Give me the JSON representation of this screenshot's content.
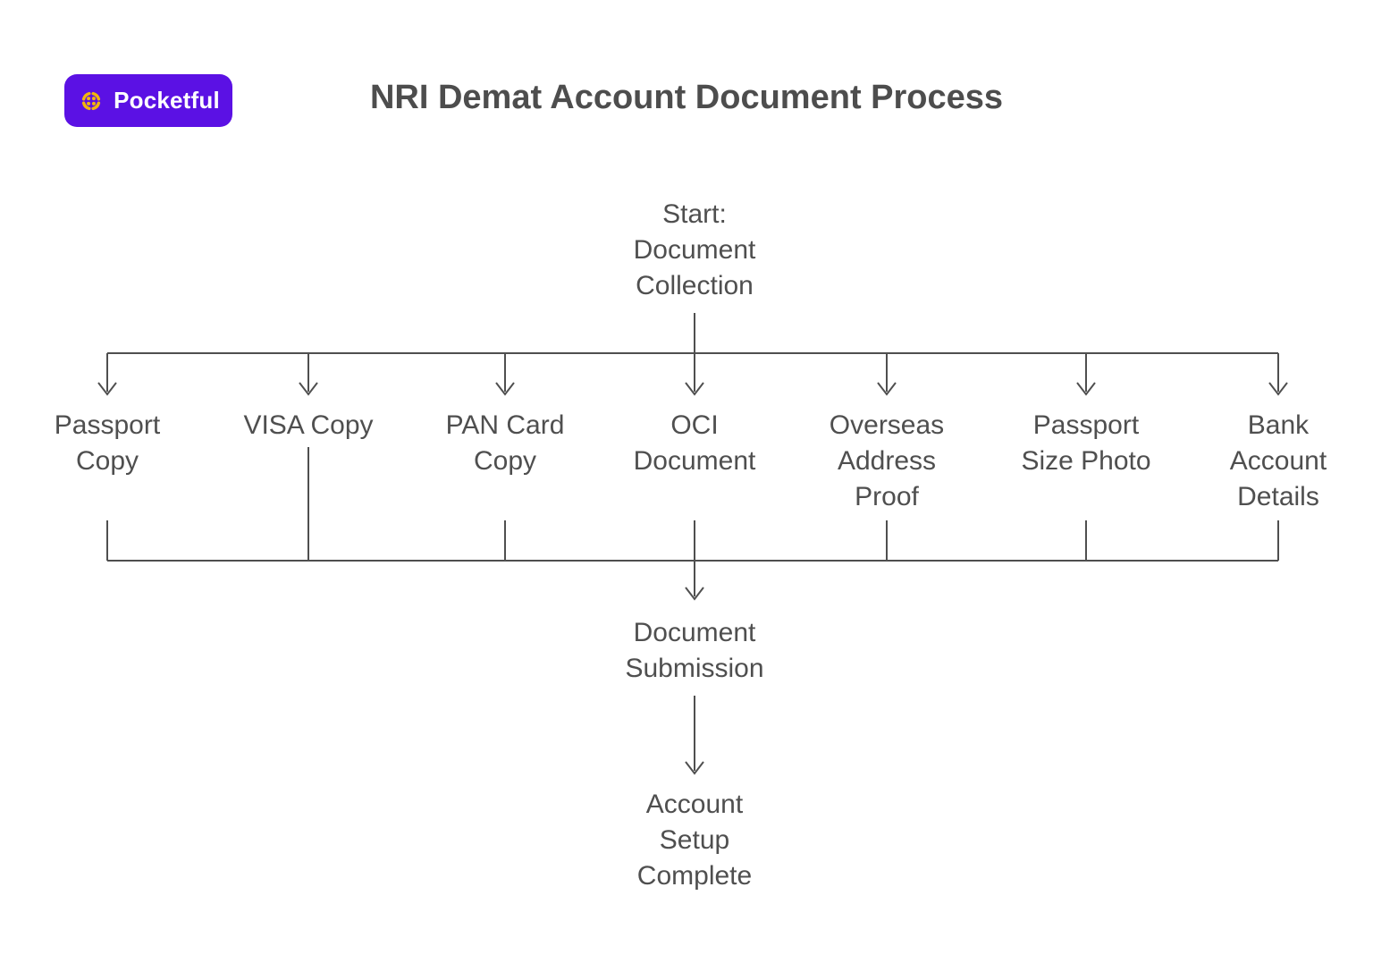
{
  "brand": {
    "name": "Pocketful",
    "background_color": "#5B11E4",
    "icon": "starburst-icon",
    "icon_color": "#F2B50D",
    "text_color": "#FFFFFF"
  },
  "header": {
    "title": "NRI Demat Account Document Process",
    "title_color": "#4d4d4d"
  },
  "flowchart": {
    "line_color": "#4f4f4f",
    "text_color": "#4f4f4f",
    "start": {
      "label": "Start:\nDocument\nCollection"
    },
    "documents": [
      {
        "label": "Passport\nCopy"
      },
      {
        "label": "VISA Copy"
      },
      {
        "label": "PAN Card\nCopy"
      },
      {
        "label": "OCI\nDocument"
      },
      {
        "label": "Overseas\nAddress\nProof"
      },
      {
        "label": "Passport\nSize Photo"
      },
      {
        "label": "Bank\nAccount\nDetails"
      }
    ],
    "submission": {
      "label": "Document\nSubmission"
    },
    "complete": {
      "label": "Account\nSetup\nComplete"
    }
  }
}
